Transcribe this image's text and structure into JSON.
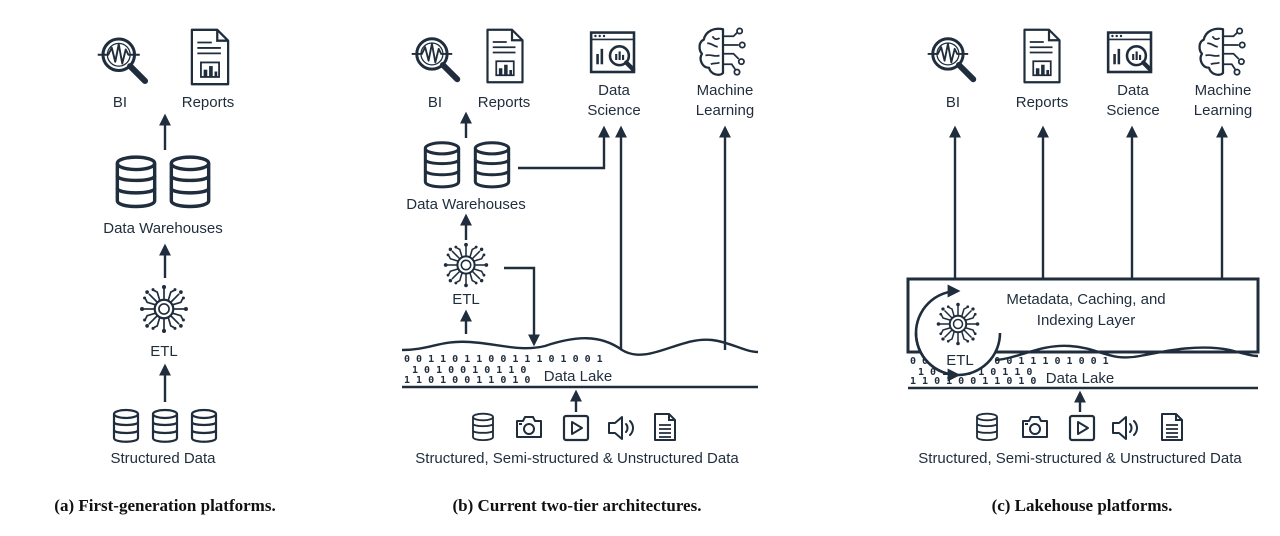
{
  "panel_a": {
    "bi": "BI",
    "reports": "Reports",
    "warehouses": "Data Warehouses",
    "etl": "ETL",
    "source": "Structured Data",
    "caption": "(a) First-generation platforms."
  },
  "panel_b": {
    "bi": "BI",
    "reports": "Reports",
    "ds1": "Data",
    "ds2": "Science",
    "ml1": "Machine",
    "ml2": "Learning",
    "warehouses": "Data Warehouses",
    "etl": "ETL",
    "lake": "Data Lake",
    "source": "Structured, Semi-structured & Unstructured Data",
    "caption": "(b) Current two-tier architectures."
  },
  "panel_c": {
    "bi": "BI",
    "reports": "Reports",
    "ds1": "Data",
    "ds2": "Science",
    "ml1": "Machine",
    "ml2": "Learning",
    "meta1": "Metadata, Caching, and",
    "meta2": "Indexing Layer",
    "etl": "ETL",
    "lake": "Data Lake",
    "source": "Structured, Semi-structured & Unstructured Data",
    "caption": "(c) Lakehouse platforms."
  },
  "lake_bits": [
    "0 0 1 1 0 1 1 0 0 1 1 1 0 1 0 0 1",
    "1 0 1 0 0 1 0 1 1 0 0 1 1 0 1 0",
    "1 1 0 1 0 0 1 1 0 1 0 0 1 1 1 0 1"
  ],
  "icons": [
    "bi-magnifier-icon",
    "report-icon",
    "data-science-icon",
    "machine-learning-icon",
    "database-icon",
    "etl-chip-icon",
    "camera-icon",
    "video-icon",
    "audio-icon",
    "document-icon"
  ]
}
